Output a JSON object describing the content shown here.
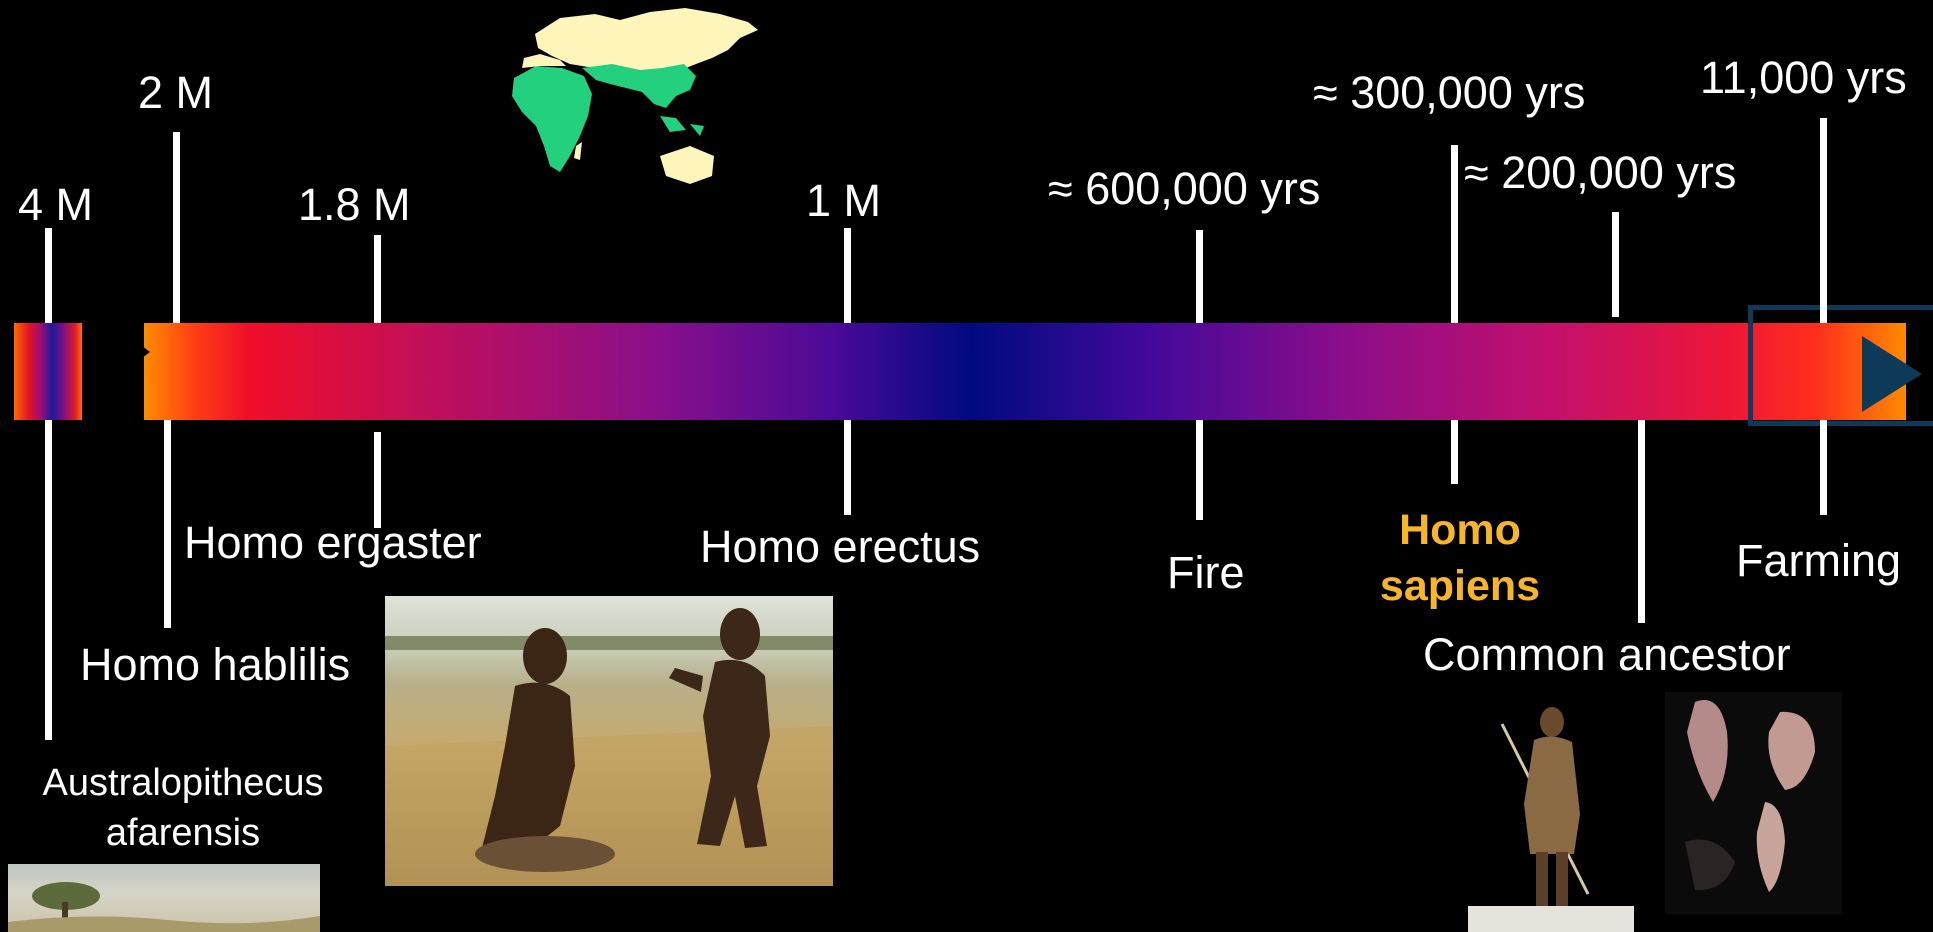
{
  "markers": {
    "m4": "4 M",
    "m2": "2 M",
    "m18": "1.8 M",
    "m1": "1 M",
    "k600": "≈ 600,000 yrs",
    "k300": "≈ 300,000 yrs",
    "k200": "≈ 200,000 yrs",
    "k11": "11,000 yrs"
  },
  "events": {
    "afarensis_line1": "Australopithecus",
    "afarensis_line2": "afarensis",
    "habilis": "Homo hablilis",
    "ergaster": "Homo ergaster",
    "erectus": "Homo erectus",
    "fire": "Fire",
    "sapiens_line1": "Homo",
    "sapiens_line2": "sapiens",
    "farming": "Farming",
    "ancestor": "Common ancestor"
  },
  "colors": {
    "highlight": "#f7b629",
    "arrow": "#0e3a5a",
    "map_land": "#fdf5b9",
    "map_range": "#22d07d"
  },
  "images": [
    "world-map-erectus-range",
    "australopithecus-photo",
    "hominin-diorama-photo",
    "homo-sapiens-hunter-photo",
    "stone-tools-photo"
  ]
}
